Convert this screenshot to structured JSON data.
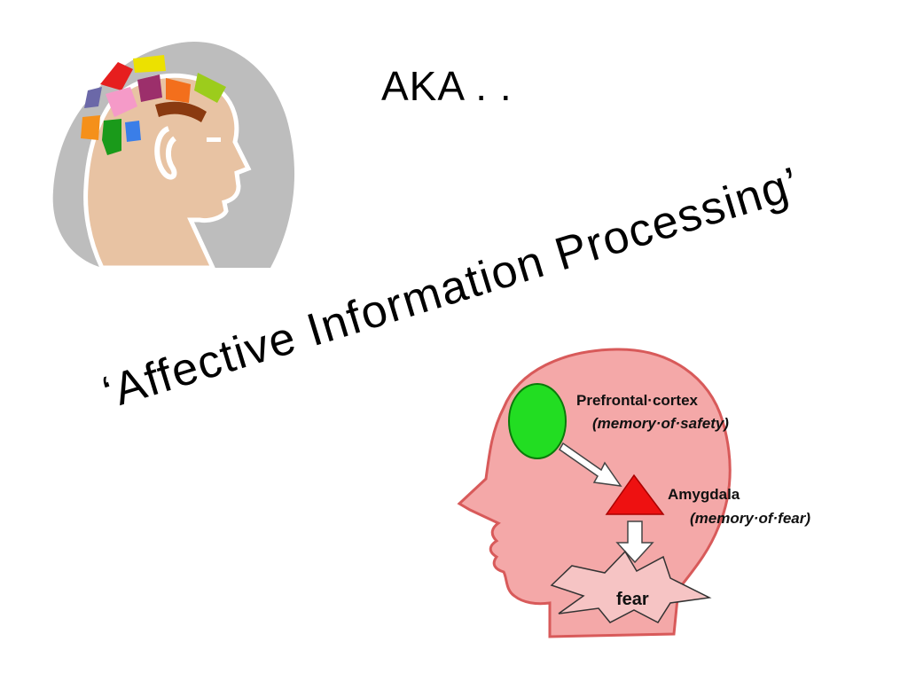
{
  "slide": {
    "aka_text": "AKA . .",
    "headline": "‘Affective Information Processing’"
  },
  "diagram": {
    "prefrontal_label": "Prefrontal·cortex",
    "prefrontal_sublabel": "(memory·of·safety)",
    "amygdala_label": "Amygdala",
    "amygdala_sublabel": "(memory·of·fear)",
    "fear_label": "fear"
  },
  "colors": {
    "gray_silhouette": "#bdbdbd",
    "skin": "#e8c3a3",
    "head_pink": "#f4a8a8",
    "prefrontal_green": "#22dd22",
    "amygdala_red": "#ee1111"
  }
}
